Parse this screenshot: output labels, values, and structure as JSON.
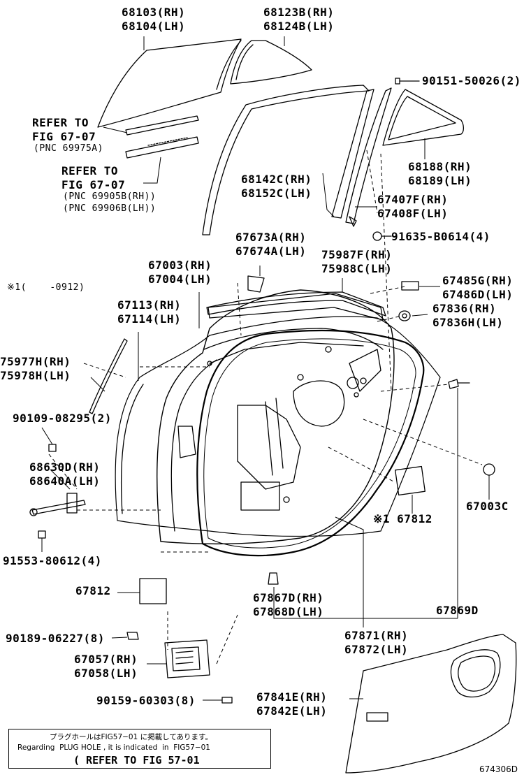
{
  "labels": {
    "p68103": "68103(RH)",
    "p68104": "68104(LH)",
    "p68123b": "68123B(RH)",
    "p68124b": "68124B(LH)",
    "refer1a": "REFER TO",
    "refer1b": "FIG 67-07",
    "refer1c": "(PNC 69975A)",
    "refer2a": "REFER TO",
    "refer2b": "FIG 67-07",
    "refer2c": "(PNC 69905B(RH))",
    "refer2d": "(PNC 69906B(LH))",
    "p90151": "90151-50026(2)",
    "p68188": "68188(RH)",
    "p68189": "68189(LH)",
    "p68142c": "68142C(RH)",
    "p68152c": "68152C(LH)",
    "p67407f": "67407F(RH)",
    "p67408f": "67408F(LH)",
    "p91635": "91635-B0614(4)",
    "p67673a": "67673A(RH)",
    "p67674a": "67674A(LH)",
    "p75987f": "75987F(RH)",
    "p75988c": "75988C(LH)",
    "p67003": "67003(RH)",
    "p67004": "67004(LH)",
    "note0912": "※1(    -0912)",
    "p67485g": "67485G(RH)",
    "p67486d": "67486D(LH)",
    "p67113": "67113(RH)",
    "p67114": "67114(LH)",
    "p67836": "67836(RH)",
    "p67836h": "67836H(LH)",
    "p75977h": "75977H(RH)",
    "p75978h": "75978H(LH)",
    "p90109": "90109-08295(2)",
    "p68630d": "68630D(RH)",
    "p68640a": "68640A(LH)",
    "p67003c": "67003C",
    "p67812a": "※1 67812",
    "p91553": "91553-80612(4)",
    "p67812b": "67812",
    "p67867d": "67867D(RH)",
    "p67868d": "67868D(LH)",
    "p67869d": "67869D",
    "p90189": "90189-06227(8)",
    "p67871": "67871(RH)",
    "p67872": "67872(LH)",
    "p67057": "67057(RH)",
    "p67058": "67058(LH)",
    "p90159": "90159-60303(8)",
    "p67841e": "67841E(RH)",
    "p67842e": "67842E(LH)"
  },
  "note": {
    "line1": "プラグホールはFIG57−01 に掲載してあります。",
    "line2": "Regarding  PLUG HOLE , it is indicated  in  FIG57−01",
    "line3": "( REFER TO FIG 57-01"
  },
  "diagram_code": "674306D"
}
